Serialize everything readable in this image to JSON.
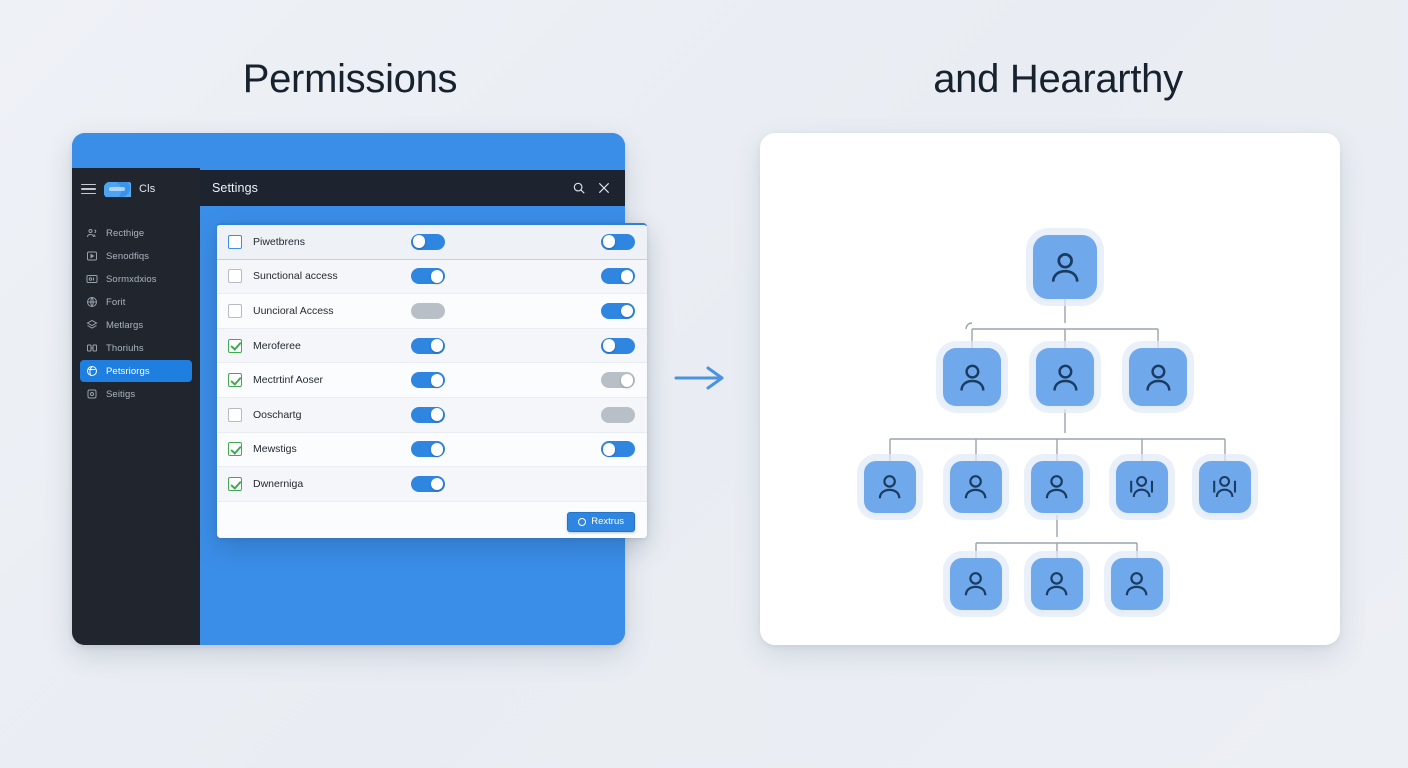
{
  "headings": {
    "left": "Permissions",
    "right": "and Heararthy"
  },
  "app": {
    "brand": "Cls",
    "brand_logo_name": "cloud-logo",
    "menu_icon": "hamburger-icon",
    "nav": [
      {
        "label": "Recthige",
        "icon": "people-icon",
        "active": false
      },
      {
        "label": "Senodfiqs",
        "icon": "play-box-icon",
        "active": false
      },
      {
        "label": "Sormxdxios",
        "icon": "media-box-icon",
        "active": false
      },
      {
        "label": "Forit",
        "icon": "globe-icon",
        "active": false
      },
      {
        "label": "Metlargs",
        "icon": "layers-icon",
        "active": false
      },
      {
        "label": "Thoriuhs",
        "icon": "puzzle-icon",
        "active": false
      },
      {
        "label": "Petsriorgs",
        "icon": "shield-icon",
        "active": true
      },
      {
        "label": "Seitigs",
        "icon": "square-dot-icon",
        "active": false
      }
    ]
  },
  "settings_window": {
    "title": "Settings",
    "search_icon": "search-icon",
    "close_icon": "close-icon"
  },
  "permissions": {
    "rows": [
      {
        "label": "Piwetbrens",
        "checkbox": "empty-blue",
        "toggle_a": "on-left",
        "toggle_b": "on-left"
      },
      {
        "label": "Sunctional access",
        "checkbox": "empty",
        "toggle_a": "on-right",
        "toggle_b": "on-right"
      },
      {
        "label": "Uuncioral Access",
        "checkbox": "empty",
        "toggle_a": "off-blank",
        "toggle_b": "on-right"
      },
      {
        "label": "Meroferee",
        "checkbox": "checked",
        "toggle_a": "on-right",
        "toggle_b": "on-left"
      },
      {
        "label": "Mectrtinf Aoser",
        "checkbox": "checked",
        "toggle_a": "on-right",
        "toggle_b": "off-right"
      },
      {
        "label": "Ooschartg",
        "checkbox": "empty",
        "toggle_a": "on-right",
        "toggle_b": "off-blank"
      },
      {
        "label": "Mewstigs",
        "checkbox": "checked",
        "toggle_a": "on-right",
        "toggle_b": "on-left"
      },
      {
        "label": "Dwnerniga",
        "checkbox": "checked",
        "toggle_a": "on-right",
        "toggle_b": "none"
      }
    ],
    "action_button": "Rextrus",
    "action_button_icon": "circle-icon"
  },
  "flow": {
    "arrow_icon": "arrow-right-icon"
  },
  "org_chart": {
    "tiers": [
      {
        "nodes": [
          {
            "icon": "person-icon",
            "size": "root"
          }
        ]
      },
      {
        "nodes": [
          {
            "icon": "person-icon",
            "size": "normal"
          },
          {
            "icon": "person-icon",
            "size": "normal"
          },
          {
            "icon": "person-icon",
            "size": "normal"
          }
        ]
      },
      {
        "nodes": [
          {
            "icon": "person-icon",
            "size": "small"
          },
          {
            "icon": "person-icon",
            "size": "small"
          },
          {
            "icon": "person-icon",
            "size": "small"
          },
          {
            "icon": "group-icon",
            "size": "small"
          },
          {
            "icon": "group-icon",
            "size": "small"
          }
        ]
      },
      {
        "nodes": [
          {
            "icon": "person-icon",
            "size": "small"
          },
          {
            "icon": "person-icon",
            "size": "small"
          },
          {
            "icon": "person-icon",
            "size": "small"
          }
        ]
      }
    ]
  },
  "colors": {
    "accent_blue": "#3b8ee8",
    "toggle_on": "#2f86e0",
    "toggle_off": "#b9bfc6",
    "check_green": "#3faa52",
    "sidebar_dark": "#21262e",
    "titlebar_dark": "#1d2430",
    "node_blue": "#6fa9ec",
    "page_bg": "#eef1f6"
  }
}
